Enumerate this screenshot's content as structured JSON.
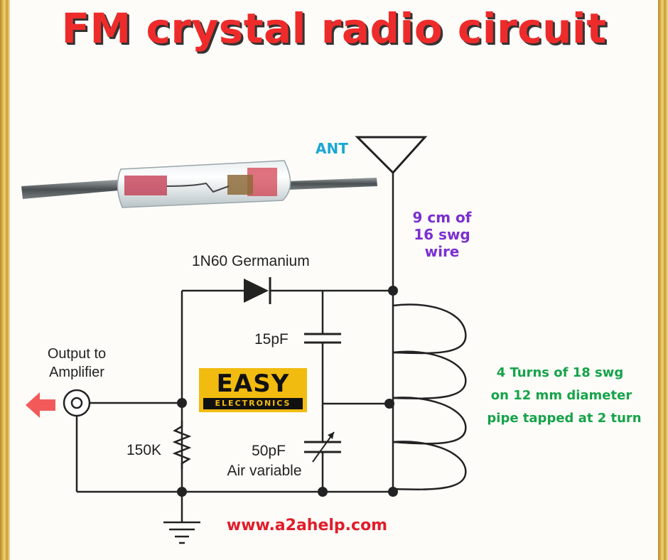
{
  "title": "FM crystal radio circuit",
  "labels": {
    "antenna": "ANT",
    "antenna_wire": [
      "9 cm of",
      "16 swg",
      "wire"
    ],
    "diode": "1N60 Germanium",
    "cap_fixed": "15pF",
    "output": [
      "Output to",
      "Amplifier"
    ],
    "resistor": "150K",
    "cap_variable": [
      "50pF",
      "Air variable"
    ],
    "coil_spec": [
      "4 Turns of 18 swg",
      "on 12 mm diameter",
      "pipe tapped at 2 turn"
    ],
    "website": "www.a2ahelp.com"
  },
  "logo": {
    "main": "EASY",
    "sub": "ELECTRONICS"
  },
  "colors": {
    "title": "#ee2b2b",
    "antenna_label": "#1aa6d6",
    "wire_label": "#7b2fd0",
    "coil_label": "#16a34a",
    "website": "#e11d2a",
    "logo_bg": "#f2bb10",
    "arrow": "#f25a5a"
  }
}
